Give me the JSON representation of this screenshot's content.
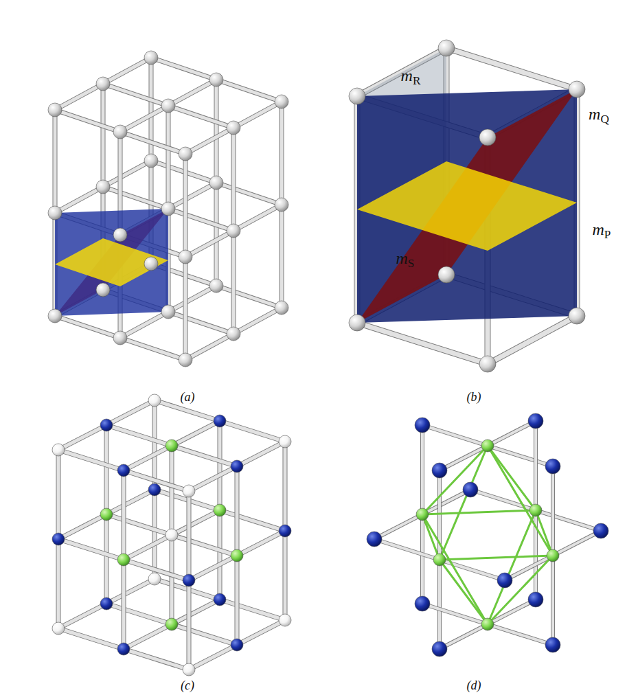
{
  "diagram": {
    "labels": [
      "(a)",
      "(b)",
      "(c)",
      "(d)",
      "mR",
      "mQ",
      "mP",
      "mS"
    ]
  }
}
